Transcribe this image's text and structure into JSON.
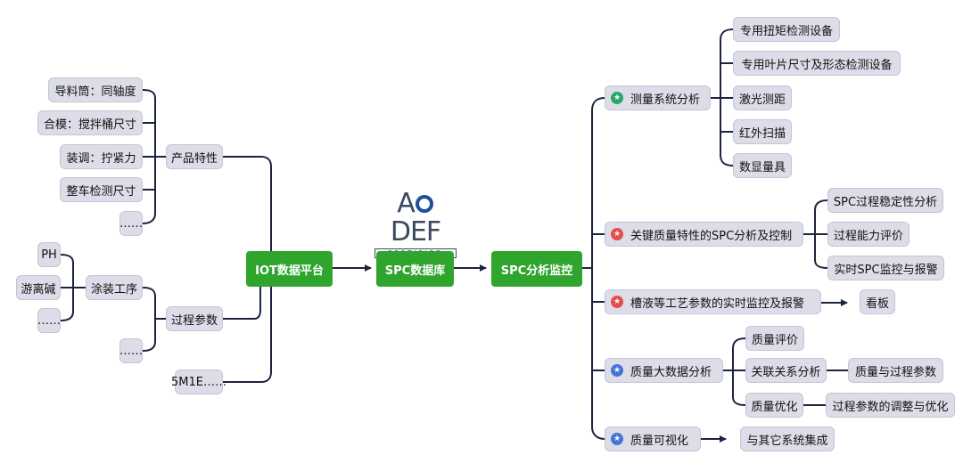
{
  "logo": {
    "brand_pre": "A",
    "brand_post": "DEF",
    "certified": "CERTIFIED"
  },
  "colors": {
    "green": "#2fa52e",
    "node_bg": "#dcdde8",
    "line": "#1c2340",
    "star_green": "#27a86a",
    "star_red": "#e84b4b",
    "star_blue": "#4673d9"
  },
  "pipeline": {
    "iot": "IOT数据平台",
    "db": "SPC数据库",
    "spc": "SPC分析监控"
  },
  "left": {
    "product": {
      "label": "产品特性",
      "items": [
        "导料筒：同轴度",
        "合模：搅拌桶尺寸",
        "装调：拧紧力",
        "整车检测尺寸",
        "……"
      ]
    },
    "process": {
      "label": "过程参数",
      "coating": {
        "label": "涂装工序",
        "items": [
          "PH",
          "游离碱",
          "……"
        ]
      },
      "more": "……"
    },
    "m5": "5M1E……"
  },
  "right": {
    "measure": {
      "label": "测量系统分析",
      "icon": "star-icon",
      "items": [
        "专用扭矩检测设备",
        "专用叶片尺寸及形态检测设备",
        "激光测距",
        "红外扫描",
        "数显量具"
      ]
    },
    "key": {
      "label": "关键质量特性的SPC分析及控制",
      "icon": "star-icon",
      "items": [
        "SPC过程稳定性分析",
        "过程能力评价",
        "实时SPC监控与报警"
      ]
    },
    "tank": {
      "label": "槽液等工艺参数的实时监控及报警",
      "icon": "star-icon",
      "target": "看板"
    },
    "bigdata": {
      "label": "质量大数据分析",
      "icon": "star-icon",
      "eval": "质量评价",
      "relation": "关联关系分析",
      "relation_target": "质量与过程参数",
      "optimize": "质量优化",
      "optimize_target": "过程参数的调整与优化"
    },
    "visual": {
      "label": "质量可视化",
      "icon": "star-icon",
      "target": "与其它系统集成"
    }
  }
}
